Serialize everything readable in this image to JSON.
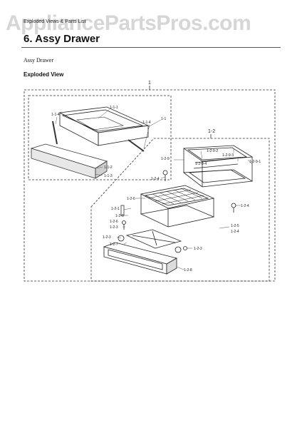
{
  "watermark": "AppliancePartsPros.com",
  "breadcrumb": "Exploded Views & Parts List",
  "page_title": "6.  Assy Drawer",
  "subtitle": "Assy Drawer",
  "section_heading": "Exploded View",
  "diagram": {
    "group_labels": {
      "main": "1",
      "sub": "1-2"
    },
    "callouts": {
      "c_1_1_1": "1-1-1",
      "c_1_1_4a": "1-1-4",
      "c_1_1_4b": "1-1-4",
      "c_1_1": "1-1",
      "c_1_1_2": "1-1-2",
      "c_1_1_3": "1-1-3",
      "c_1_2_9": "1-2-9",
      "c_1_2_9_2": "1-2-9-2",
      "c_1_2_9_3": "1-2-9-3",
      "c_1_2_9_4": "1-2-9-4",
      "c_1_2_9_1": "1-2-9-1",
      "c_1_2_4a": "1-2-4",
      "c_1_2_4b": "1-2-4",
      "c_1_2_6a": "1-2-6",
      "c_1_2_6b": "1-2-6",
      "c_1_2_1": "1-2-1",
      "c_1_2_6c": "1-2-6",
      "c_1_2_3a": "1-2-3",
      "c_1_2_3b": "1-2-3",
      "c_1_2_3c": "1-2-3",
      "c_1_2_7": "1-2-7",
      "c_1_2_5": "1-2-5",
      "c_1_2_4c": "1-2-4",
      "c_1_2_8": "1-2-8"
    }
  }
}
